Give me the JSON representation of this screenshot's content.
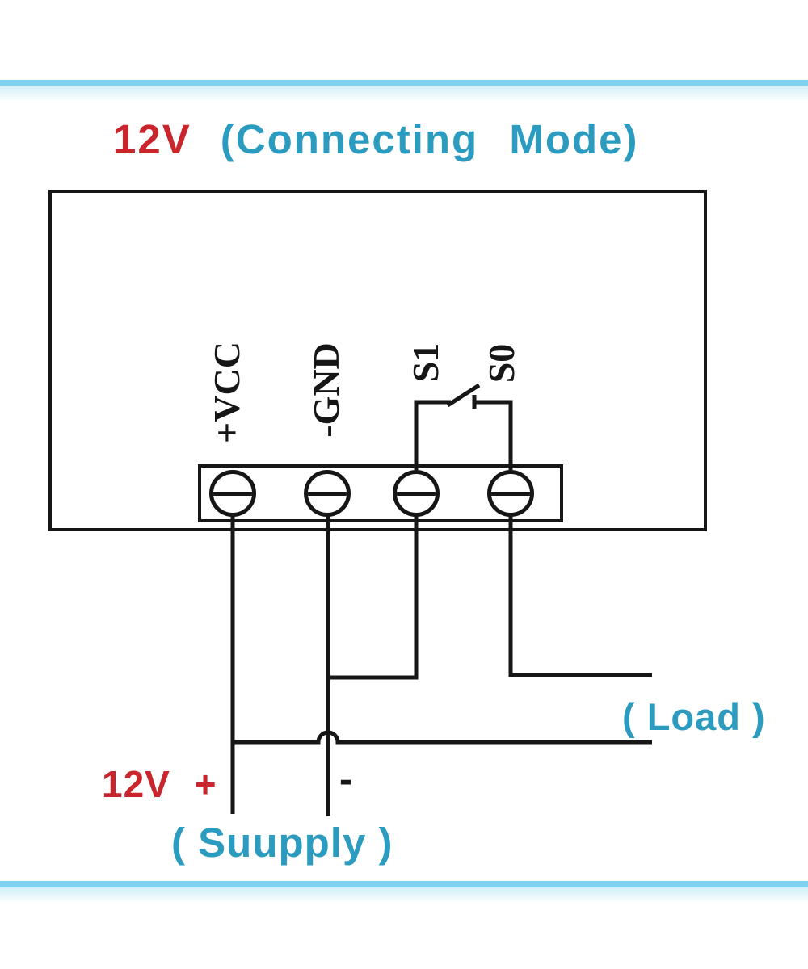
{
  "title": {
    "voltage": "12V",
    "mode": "(Connecting Mode)"
  },
  "device": {
    "terminals": [
      {
        "label": "+VCC"
      },
      {
        "label": "-GND"
      },
      {
        "label": "S1"
      },
      {
        "label": "S0"
      }
    ]
  },
  "annotations": {
    "load": "( Load )",
    "supply": "( Suupply )",
    "supply_positive": "12V +",
    "supply_negative": "-"
  },
  "colors": {
    "red": "#c8262c",
    "cyan": "#2b9cc0",
    "bar": "#7cd3ee",
    "line": "#161616"
  }
}
